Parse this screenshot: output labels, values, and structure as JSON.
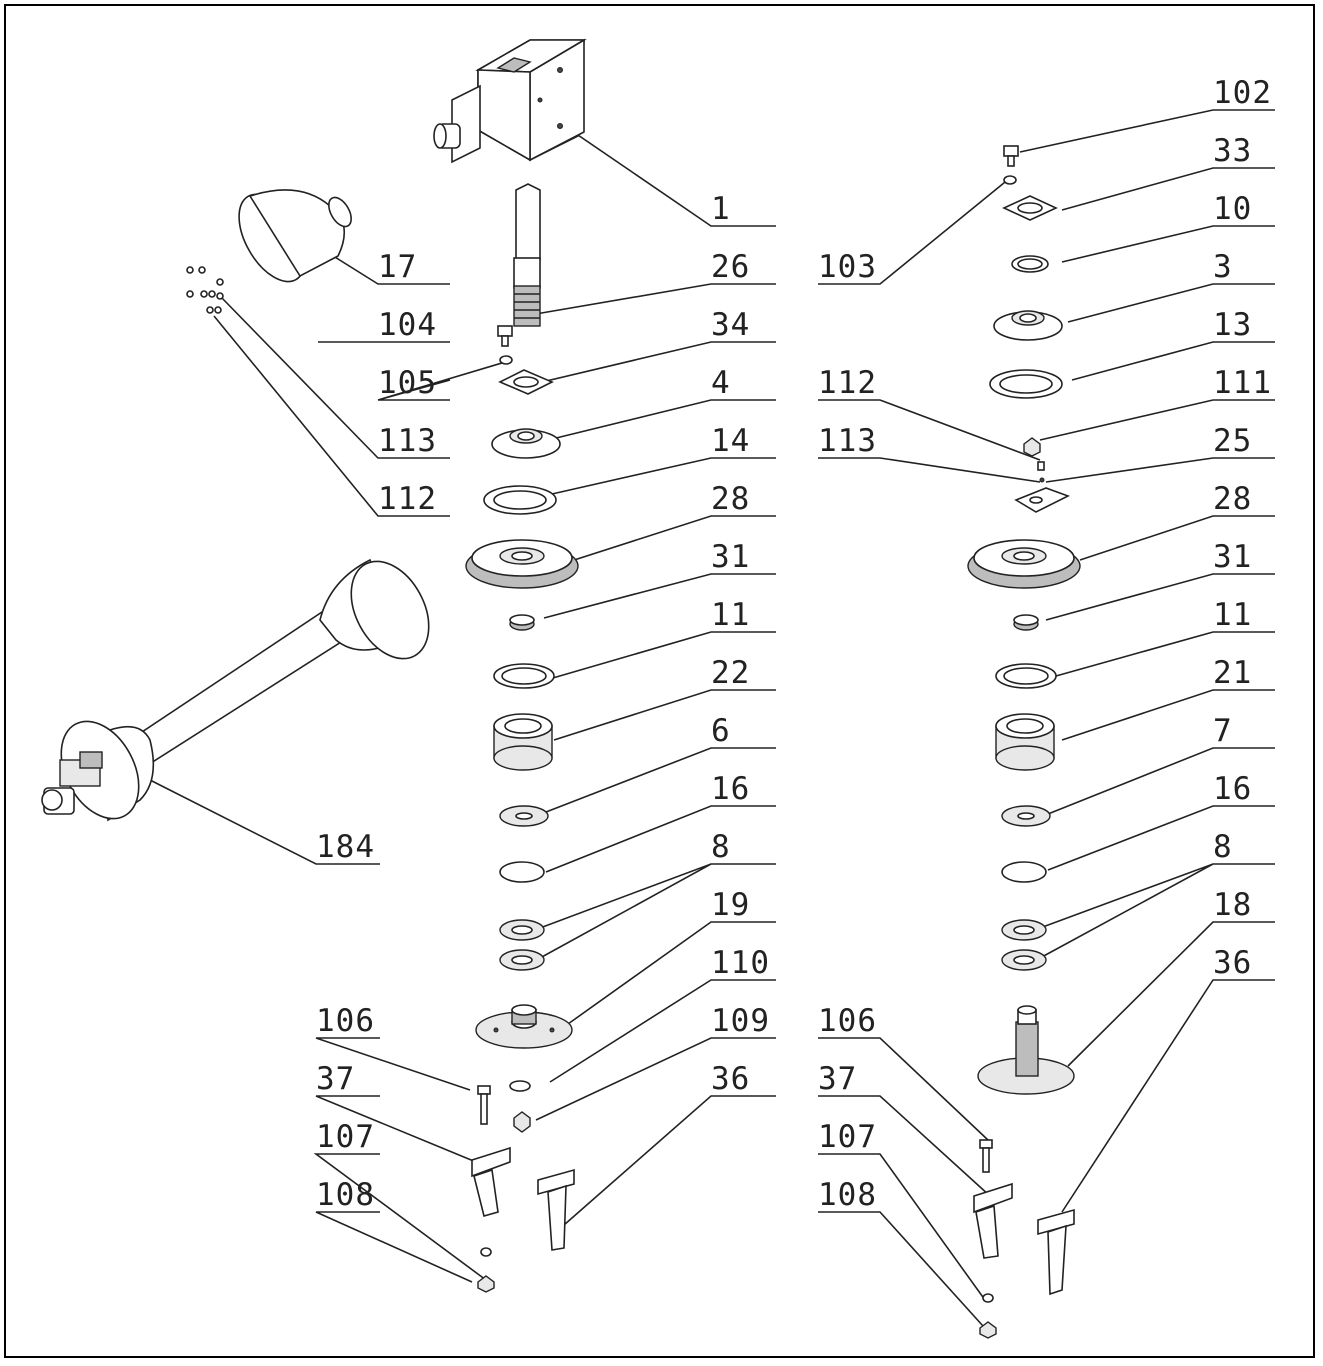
{
  "callouts": {
    "c1": "1",
    "c102": "102",
    "c33": "33",
    "c10": "10",
    "c17": "17",
    "c26": "26",
    "c103": "103",
    "c104": "104",
    "c34": "34",
    "c3": "3",
    "c105": "105",
    "c13": "13",
    "c112a": "112",
    "c111": "111",
    "c4": "4",
    "c113a": "113",
    "c113b": "113",
    "c14": "14",
    "c25": "25",
    "c112b": "112",
    "c28a": "28",
    "c28b": "28",
    "c31a": "31",
    "c31b": "31",
    "c11a": "11",
    "c11b": "11",
    "c22": "22",
    "c21": "21",
    "c6": "6",
    "c7": "7",
    "c184": "184",
    "c16a": "16",
    "c16b": "16",
    "c8a": "8",
    "c8b": "8",
    "c19": "19",
    "c18": "18",
    "c110": "110",
    "c36a": "36",
    "c106a": "106",
    "c109": "109",
    "c106b": "106",
    "c37a": "37",
    "c36b": "36",
    "c37b": "37",
    "c107a": "107",
    "c107b": "107",
    "c108a": "108",
    "c108b": "108"
  }
}
